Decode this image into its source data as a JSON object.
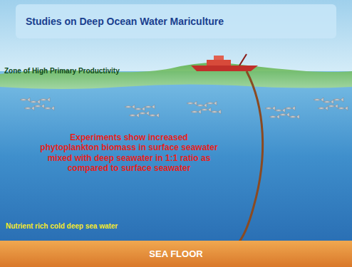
{
  "diagram": {
    "title": "Studies on Deep Ocean Water Mariculture",
    "nodes": [
      {
        "text": [
          "SEA FLOOR"
        ]
      }
    ],
    "labels": [
      "Zone of High Primary Productivity",
      "Experiments show increased phytoplankton biomass in surface seawater mixed with deep seawater in 1:1 ratio as compared to surface seawater",
      "Nutrient rich cold deep sea water"
    ]
  }
}
